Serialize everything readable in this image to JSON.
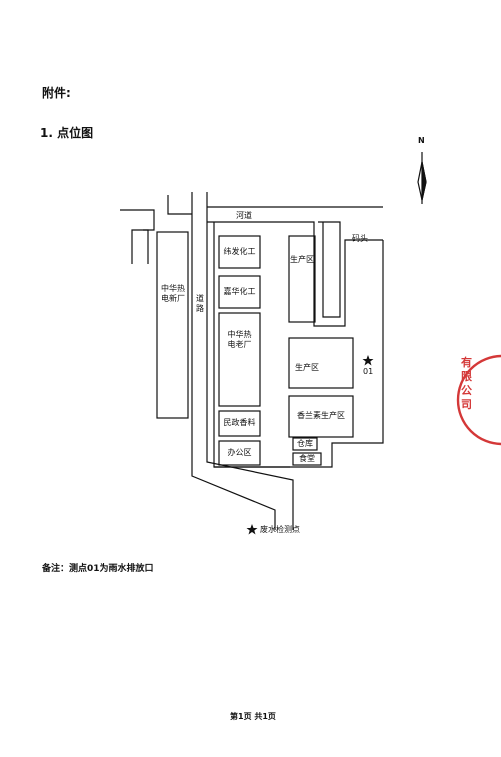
{
  "doc": {
    "attachment_label": "附件:",
    "section_title": "1. 点位图",
    "north": "N",
    "note": "备注：测点01为雨水排放口",
    "page_footer": "第1页  共1页"
  },
  "map": {
    "river": "河道",
    "wharf": "码头",
    "road": "道路",
    "zhonghua_new": "中华热电新厂",
    "zhonghua_old": "中华热电老厂",
    "weifa": "纬发化工",
    "jiahua": "嘉华化工",
    "minzheng": "民政香料",
    "office": "办公区",
    "production_north": "生产区",
    "production_main": "生产区",
    "xianglansu": "香兰素生产区",
    "warehouse": "仓库",
    "canteen": "食堂",
    "point_id": "01",
    "legend": "废水检测点"
  },
  "seal": {
    "text": "有限公司"
  }
}
